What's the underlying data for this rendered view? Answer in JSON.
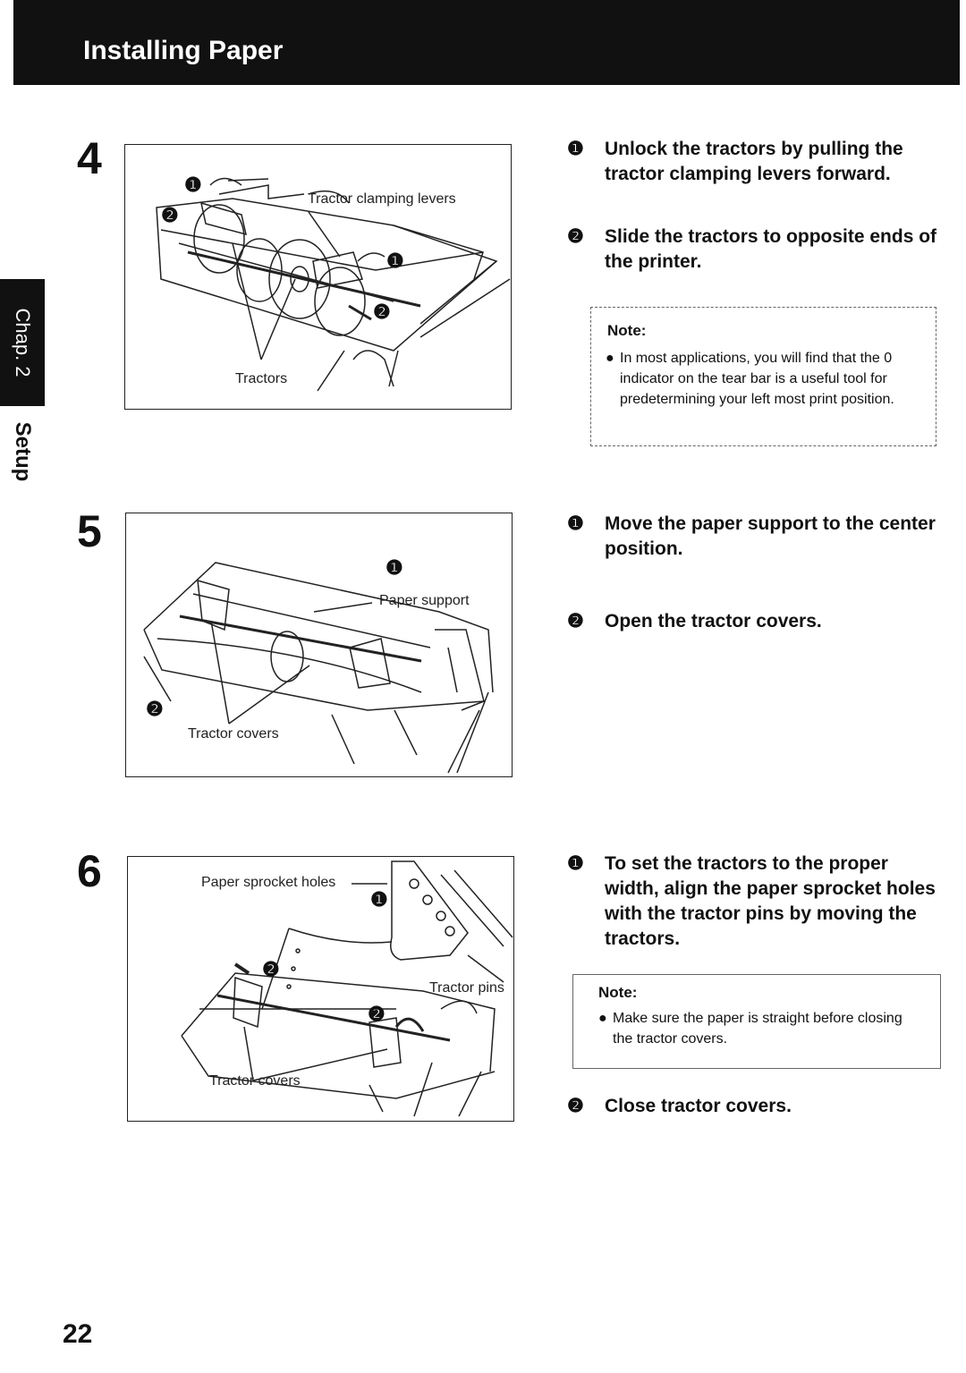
{
  "header": {
    "title": "Installing Paper"
  },
  "side_tab": {
    "chapter": "Chap. 2",
    "section": "Setup"
  },
  "steps": [
    {
      "number": "4",
      "figure": {
        "labels": {
          "levers": "Tractor clamping levers",
          "tractors": "Tractors"
        },
        "callouts": [
          "❶",
          "❷",
          "❶",
          "❷"
        ]
      },
      "instructions": [
        {
          "marker": "❶",
          "text": "Unlock the tractors by pulling the tractor clamping levers forward."
        },
        {
          "marker": "❷",
          "text": "Slide the tractors to opposite ends of the printer."
        }
      ],
      "note": {
        "title": "Note:",
        "bullet": "●",
        "text": "In most applications, you will find that the 0 indicator on the tear bar is a useful tool for predetermining your left most print position."
      }
    },
    {
      "number": "5",
      "figure": {
        "labels": {
          "paper_support": "Paper support",
          "tractor_covers": "Tractor covers"
        },
        "callouts": [
          "❶",
          "❷"
        ]
      },
      "instructions": [
        {
          "marker": "❶",
          "text": "Move the paper support to the center position."
        },
        {
          "marker": "❷",
          "text": "Open the tractor covers."
        }
      ]
    },
    {
      "number": "6",
      "figure": {
        "labels": {
          "sprocket_holes": "Paper sprocket holes",
          "tractor_pins": "Tractor pins",
          "tractor_covers": "Tractor covers"
        },
        "callouts": [
          "❶",
          "❷",
          "❷"
        ]
      },
      "instructions": [
        {
          "marker": "❶",
          "text": "To set the tractors to the proper width, align the paper sprocket holes with the tractor pins by moving  the tractors."
        },
        {
          "marker": "❷",
          "text": "Close tractor covers."
        }
      ],
      "note": {
        "title": "Note:",
        "bullet": "●",
        "text": "Make sure the paper is straight before closing the tractor covers."
      }
    }
  ],
  "page_number": "22"
}
